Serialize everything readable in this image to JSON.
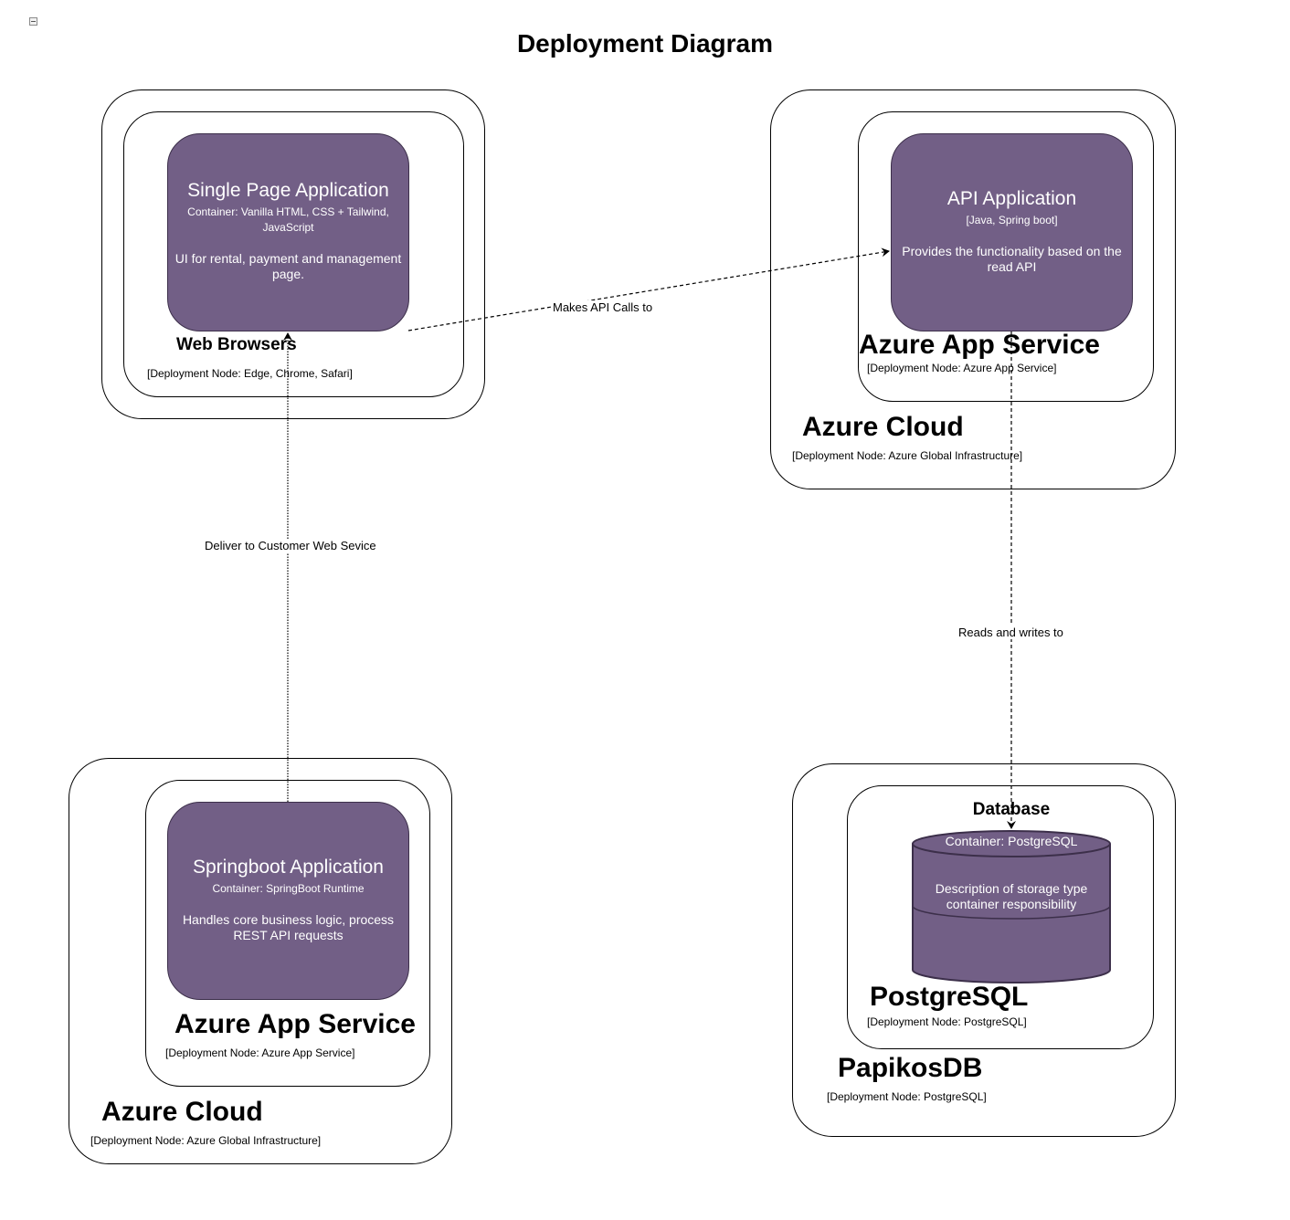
{
  "title": "Deployment Diagram",
  "colors": {
    "container_fill": "#725f86",
    "container_stroke": "#3c2f4a",
    "container_text": "#ffffff",
    "boundary_stroke": "#000000"
  },
  "icons": {
    "collapse": "collapse-icon"
  },
  "nodes": {
    "browser": {
      "title": "Web Browsers",
      "subtitle": "[Deployment Node: Edge, Chrome, Safari]",
      "container": {
        "name": "Single Page Application",
        "tech": "Container: Vanilla HTML, CSS + Tailwind, JavaScript",
        "description": "UI for rental, payment and management page."
      }
    },
    "api_cloud": {
      "title": "Azure Cloud",
      "subtitle": "[Deployment Node: Azure Global Infrastructure]",
      "app_service": {
        "title": "Azure App Service",
        "subtitle": "[Deployment Node: Azure App Service]",
        "container": {
          "name": "API Application",
          "tech": "[Java, Spring boot]",
          "description": "Provides the functionality based on the read API"
        }
      }
    },
    "spring_cloud": {
      "title": "Azure Cloud",
      "subtitle": "[Deployment Node: Azure Global Infrastructure]",
      "app_service": {
        "title": "Azure App Service",
        "subtitle": "[Deployment Node: Azure App Service]",
        "container": {
          "name": "Springboot Application",
          "tech": "Container: SpringBoot Runtime",
          "description": "Handles core business logic, process REST API requests"
        }
      }
    },
    "db_node": {
      "title": "PapikosDB",
      "subtitle": "[Deployment Node: PostgreSQL]",
      "postgres": {
        "title": "PostgreSQL",
        "subtitle": "[Deployment Node: PostgreSQL]",
        "database": {
          "name": "Database",
          "tech": "Container: PostgreSQL",
          "description": "Description of storage type container responsibility"
        }
      }
    }
  },
  "edges": {
    "api_calls": "Makes API Calls to",
    "deliver": "Deliver to Customer Web Sevice",
    "reads_writes": "Reads and writes to"
  }
}
